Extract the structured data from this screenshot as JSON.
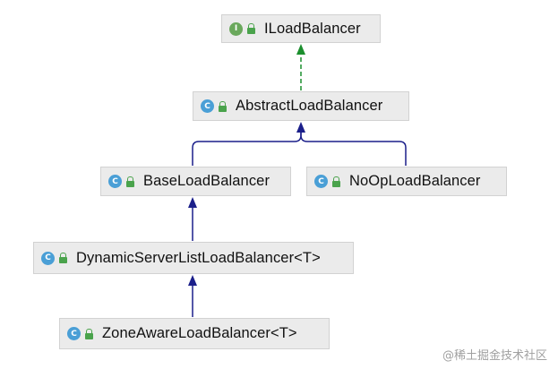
{
  "nodes": {
    "iloadbalancer": {
      "kind_letter": "I",
      "label": "ILoadBalancer"
    },
    "abstract": {
      "kind_letter": "C",
      "label": "AbstractLoadBalancer"
    },
    "base": {
      "kind_letter": "C",
      "label": "BaseLoadBalancer"
    },
    "noop": {
      "kind_letter": "C",
      "label": "NoOpLoadBalancer"
    },
    "dynamic": {
      "kind_letter": "C",
      "label": "DynamicServerListLoadBalancer<T>"
    },
    "zone": {
      "kind_letter": "C",
      "label": "ZoneAwareLoadBalancer<T>"
    }
  },
  "edges": [
    {
      "from": "AbstractLoadBalancer",
      "to": "ILoadBalancer",
      "relation": "implements"
    },
    {
      "from": "BaseLoadBalancer",
      "to": "AbstractLoadBalancer",
      "relation": "extends"
    },
    {
      "from": "NoOpLoadBalancer",
      "to": "AbstractLoadBalancer",
      "relation": "extends"
    },
    {
      "from": "DynamicServerListLoadBalancer<T>",
      "to": "BaseLoadBalancer",
      "relation": "extends"
    },
    {
      "from": "ZoneAwareLoadBalancer<T>",
      "to": "DynamicServerListLoadBalancer<T>",
      "relation": "extends"
    }
  ],
  "colors": {
    "implements_edge": "#1c8f2e",
    "extends_edge": "#1b1f8a",
    "node_background": "#ebebeb"
  },
  "watermark": "@稀土掘金技术社区"
}
